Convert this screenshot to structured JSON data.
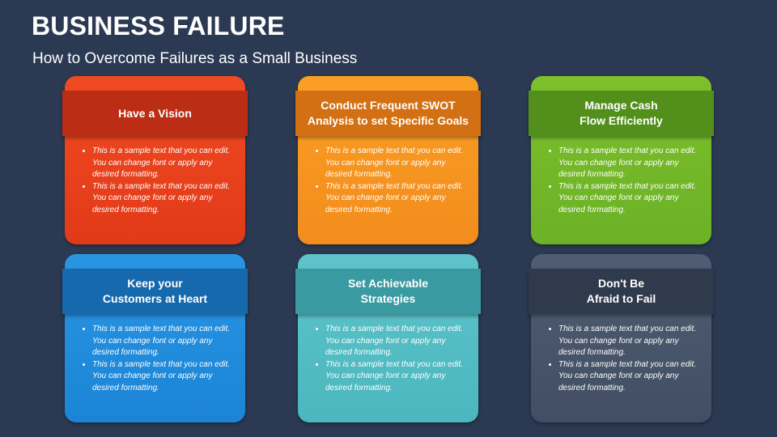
{
  "header": {
    "title": "BUSINESS FAILURE",
    "subtitle": "How to Overcome Failures as a Small Business"
  },
  "cards": [
    {
      "heading": "Have a Vision",
      "color": "#e8401c",
      "bullets": [
        "This is a sample text that you can edit. You can change font or apply any desired formatting.",
        "This is a sample text that you can edit. You can change font or apply any desired formatting."
      ]
    },
    {
      "heading": "Conduct Frequent SWOT\nAnalysis to set Specific Goals",
      "color": "#f7931e",
      "bullets": [
        "This is a sample text that you can edit. You can change font or apply any desired formatting.",
        "This is a sample text that you can edit. You can change font or apply any desired formatting."
      ]
    },
    {
      "heading": "Manage Cash\nFlow Efficiently",
      "color": "#72b628",
      "bullets": [
        "This is a sample text that you can edit. You can change font or apply any desired formatting.",
        "This is a sample text that you can edit. You can change font or apply any desired formatting."
      ]
    },
    {
      "heading": "Keep your\nCustomers at Heart",
      "color": "#1f8ad9",
      "bullets": [
        "This is a sample text that you can edit. You can change font or apply any desired formatting.",
        "This is a sample text that you can edit. You can change font or apply any desired formatting."
      ]
    },
    {
      "heading": "Set Achievable\nStrategies",
      "color": "#52bcc3",
      "bullets": [
        "This is a sample text that you can edit. You can change font or apply any desired formatting.",
        "This is a sample text that you can edit. You can change font or apply any desired formatting."
      ]
    },
    {
      "heading": "Don't Be\nAfraid to Fail",
      "color": "#46536a",
      "bullets": [
        "This is a sample text that you can edit. You can change font or apply any desired formatting.",
        "This is a sample text that you can edit. You can change font or apply any desired formatting."
      ]
    }
  ]
}
